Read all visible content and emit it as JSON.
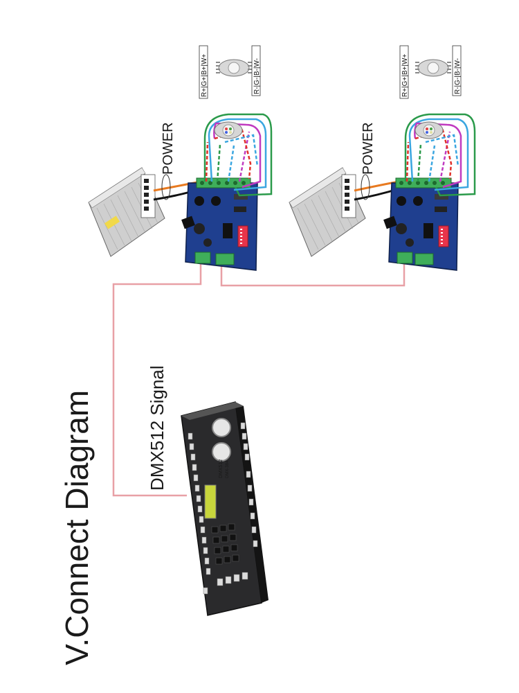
{
  "title": "V.Connect Diagram",
  "signal_label": "DMX512 Signal",
  "power_label": "POWER",
  "led_pin_labels": {
    "top": "R+|G+|B+|W+",
    "bottom": "R-|G-|B-|W-"
  },
  "console": {
    "brand": "DMX512",
    "model": "DMX-384"
  },
  "colors": {
    "signal_wire": "#e8a0a6",
    "red_wire": "#e0302a",
    "green_wire": "#2a9a4a",
    "blue_wire": "#3aa6e0",
    "magenta_wire": "#c03ac0",
    "power_orange": "#e87a20",
    "pcb_blue": "#1f3f8f",
    "terminal_green": "#3fae5a",
    "dip_red": "#e8344a"
  }
}
